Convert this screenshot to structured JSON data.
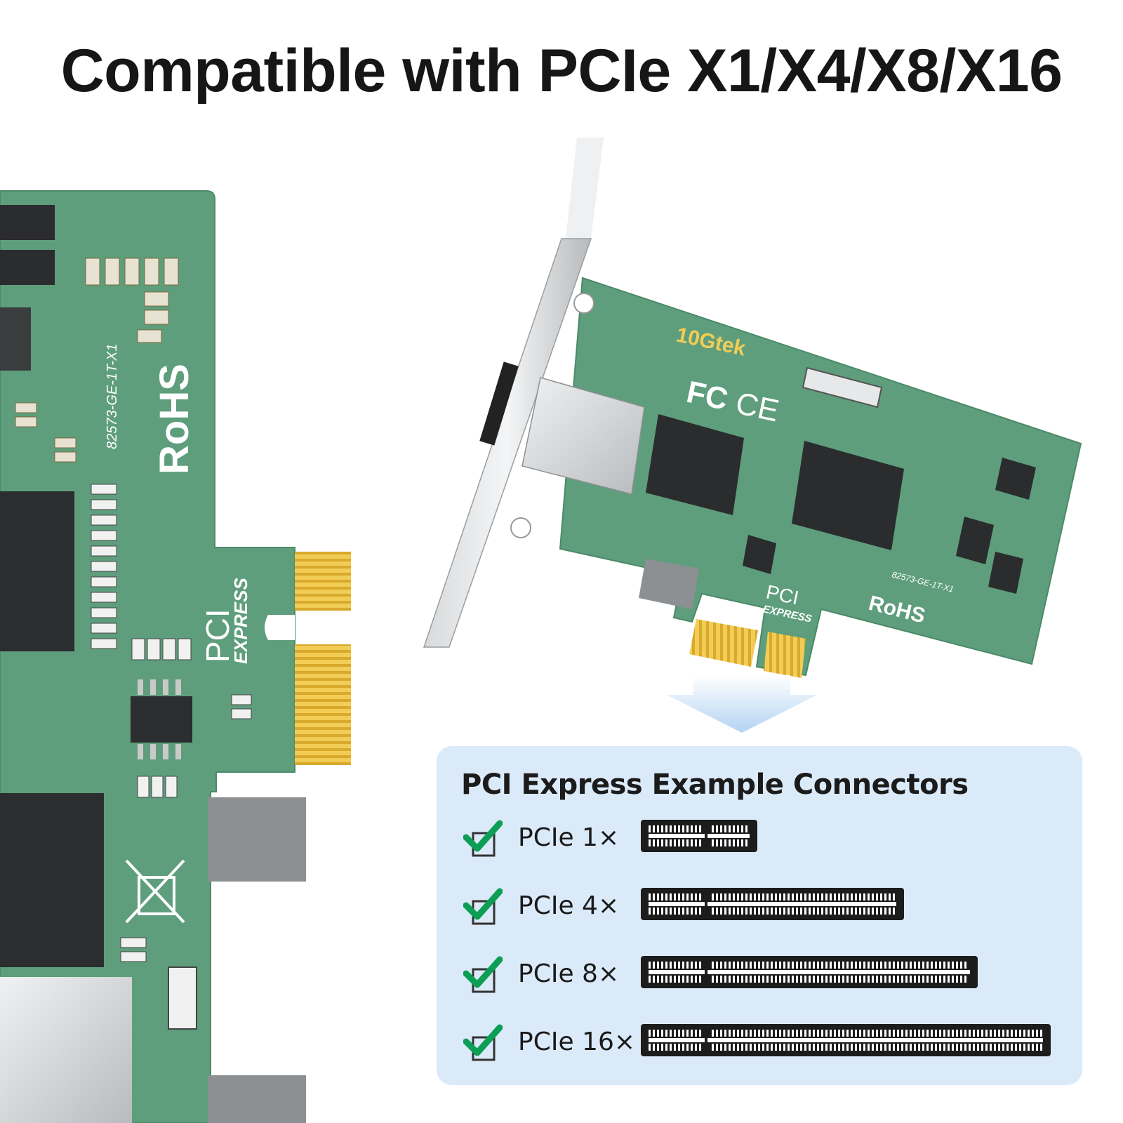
{
  "headline": "Compatible with PCIe X1/X4/X8/X16",
  "board_markings": {
    "brand": "10Gtek",
    "model": "82573-GE-1T-X1",
    "rohs": "RoHS",
    "fc": "FC",
    "ce": "CE",
    "pci": "PCI",
    "express": "EXPRESS"
  },
  "panel": {
    "title": "PCI Express Example Connectors",
    "rows": [
      {
        "label": "PCIe 1×",
        "checked": true,
        "slot_length_rel": 1
      },
      {
        "label": "PCIe 4×",
        "checked": true,
        "slot_length_rel": 4
      },
      {
        "label": "PCIe 8×",
        "checked": true,
        "slot_length_rel": 8
      },
      {
        "label": "PCIe 16×",
        "checked": true,
        "slot_length_rel": 16
      }
    ]
  },
  "colors": {
    "pcb": "#5e9e7c",
    "gold": "#f2cd55",
    "panel_bg": "#dbeaf8",
    "check": "#0d9e55",
    "arrow": "#b9d6f5"
  }
}
